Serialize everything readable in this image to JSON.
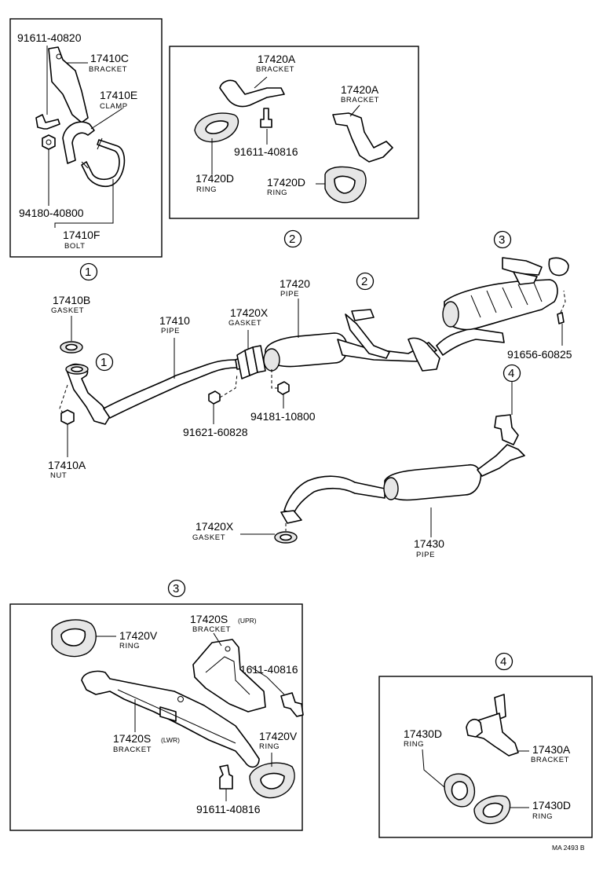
{
  "diagram_ref": "MA 2493 B",
  "sections": {
    "s1": "1",
    "s2": "2",
    "s3": "3",
    "s4": "4"
  },
  "inset1": {
    "bolt_91611_40820": "91611-40820",
    "bracket_17410C": "17410C",
    "bracket_label": "BRACKET",
    "clamp_17410E": "17410E",
    "clamp_label": "CLAMP",
    "nut_94180_40800": "94180-40800",
    "bolt_17410F": "17410F",
    "bolt_label": "BOLT"
  },
  "inset2": {
    "bracket_17420A_1": "17420A",
    "bracket_label_1": "BRACKET",
    "bolt_91611_40816": "91611-40816",
    "bracket_17420A_2": "17420A",
    "bracket_label_2": "BRACKET",
    "ring_17420D_1": "17420D",
    "ring_label_1": "RING",
    "ring_17420D_2": "17420D",
    "ring_label_2": "RING"
  },
  "main": {
    "gasket_17410B": "17410B",
    "gasket_label_1": "GASKET",
    "pipe_17410": "17410",
    "pipe_label_1": "PIPE",
    "gasket_17420X_1": "17420X",
    "gasket_label_2": "GASKET",
    "pipe_17420": "17420",
    "pipe_label_2": "PIPE",
    "bolt_91656_60825": "91656-60825",
    "nut_94181_10800": "94181-10800",
    "bolt_91621_60828": "91621-60828",
    "nut_17410A": "17410A",
    "nut_label": "NUT",
    "gasket_17420X_2": "17420X",
    "gasket_label_3": "GASKET",
    "pipe_17430": "17430",
    "pipe_label_3": "PIPE"
  },
  "inset3": {
    "ring_17420V_1": "17420V",
    "ring_label_1": "RING",
    "bracket_17420S_upr": "17420S",
    "upr_tag": "(UPR)",
    "bracket_label_upr": "BRACKET",
    "bolt_91611_40816_1": "91611-40816",
    "bracket_17420S_lwr": "17420S",
    "lwr_tag": "(LWR)",
    "bracket_label_lwr": "BRACKET",
    "ring_17420V_2": "17420V",
    "ring_label_2": "RING",
    "bolt_91611_40816_2": "91611-40816"
  },
  "inset4": {
    "ring_17430D_1": "17430D",
    "ring_label_1": "RING",
    "bracket_17430A": "17430A",
    "bracket_label": "BRACKET",
    "ring_17430D_2": "17430D",
    "ring_label_2": "RING"
  }
}
